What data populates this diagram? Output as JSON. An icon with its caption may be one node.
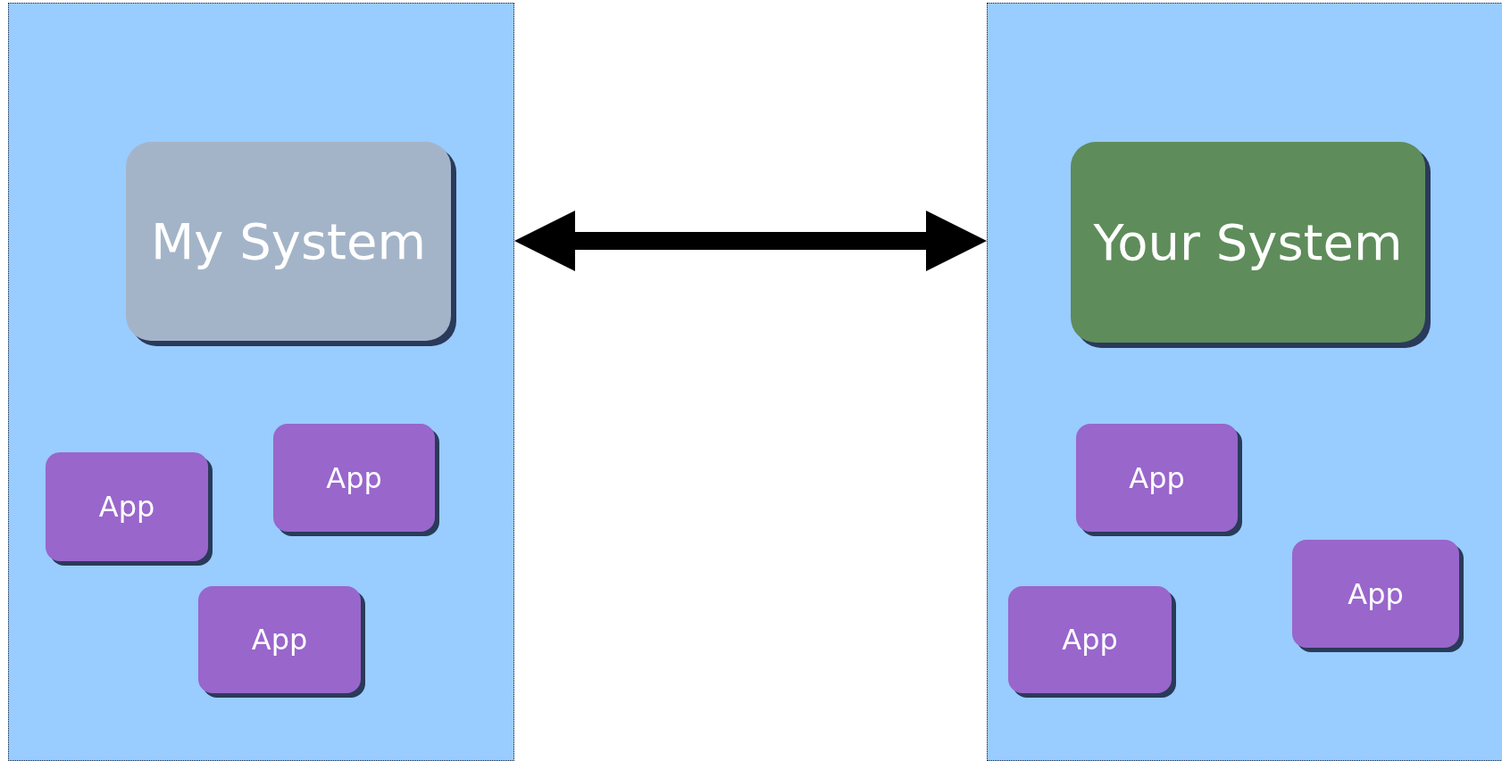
{
  "diagram": {
    "nodes": [
      {
        "text": [],
        "shape": "box"
      },
      {
        "text": [
          "My System"
        ],
        "in": 0
      },
      {
        "text": [
          "App"
        ],
        "in": 0
      },
      {
        "text": [
          "App"
        ],
        "in": 0
      },
      {
        "text": [
          "App"
        ],
        "in": 0
      },
      {
        "text": [],
        "shape": "box"
      },
      {
        "text": [
          "Your System"
        ],
        "in": 5
      },
      {
        "text": [
          "App"
        ],
        "in": 5
      },
      {
        "text": [
          "App"
        ],
        "in": 5
      },
      {
        "text": [
          "App"
        ],
        "in": 5
      }
    ],
    "edges": [
      {
        "from": 0,
        "to": 5,
        "arrow": "both"
      }
    ]
  }
}
